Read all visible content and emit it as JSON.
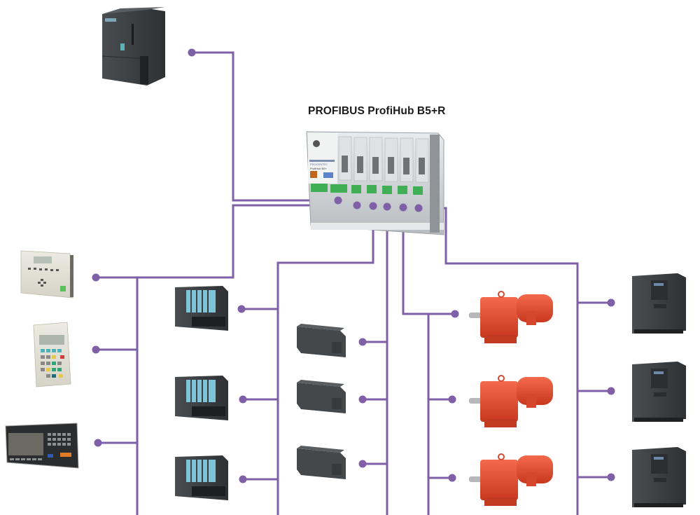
{
  "title": "PROFIBUS ProfiHub B5+R",
  "hub": {
    "name": "ProfiHub B5+R",
    "brand_label": "PROCENTEC",
    "model_label": "ProfiHub B5+",
    "channels": 5
  },
  "colors": {
    "wire": "#7f5fa6",
    "background": "#ffffff",
    "motor": "#e8452c",
    "device_dark": "#3a3d40",
    "io_module": "#7fc3d8",
    "hub_body": "#c7ccd0"
  },
  "devices": {
    "master_plc": {
      "type": "plc-cpu",
      "count": 1
    },
    "hmi_panels": {
      "type": "hmi-panel",
      "count": 3
    },
    "io_modules": {
      "type": "distributed-io",
      "count": 3
    },
    "compact_plcs": {
      "type": "compact-plc",
      "count": 3
    },
    "gear_motors": {
      "type": "gear-motor",
      "count": 3
    },
    "drives": {
      "type": "frequency-drive",
      "count": 3
    }
  }
}
